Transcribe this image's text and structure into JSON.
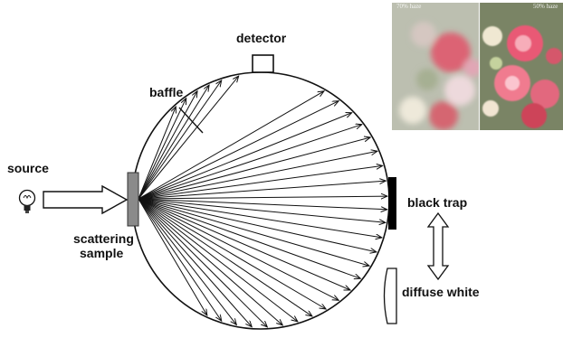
{
  "labels": {
    "detector": "detector",
    "baffle": "baffle",
    "source": "source",
    "scattering": "scattering",
    "sample": "sample",
    "black_trap": "black trap",
    "diffuse_white": "diffuse white"
  },
  "photo": {
    "left_caption": "70% haze",
    "right_caption": "50% haze"
  },
  "colors": {
    "line": "#111111",
    "sample_fill": "#8a8a8a",
    "black_trap": "#000000"
  },
  "icons": {
    "source": "light-bulb-icon"
  }
}
